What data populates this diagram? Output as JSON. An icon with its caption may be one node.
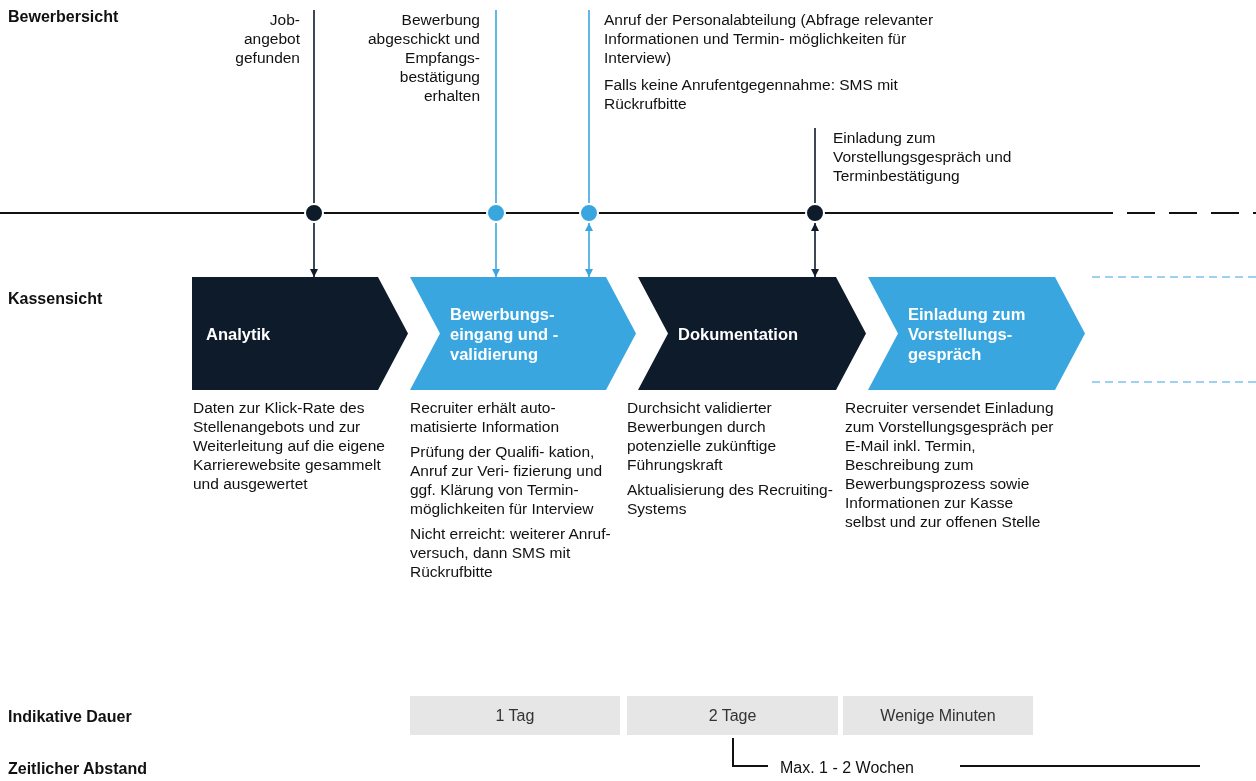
{
  "diagram": {
    "nodes": [
      {
        "text": [
          "Job- angebot gefunden"
        ]
      },
      {
        "text": [
          "Bewerbung abgeschickt und Empfangs- bestätigung erhalten"
        ]
      },
      {
        "text": [
          "Anruf der Personalabteilung (Abfrage relevanter Informationen und Termin- möglichkeiten für Interview)",
          "Falls keine Anrufentgegennahme: SMS mit Rückrufbitte"
        ]
      },
      {
        "text": [
          "Einladung zum Vorstellungsgespräch und Terminbestätigung"
        ]
      },
      {
        "text": [],
        "shape": "circle"
      },
      {
        "text": [],
        "shape": "circle"
      },
      {
        "text": [],
        "shape": "circle"
      },
      {
        "text": [],
        "shape": "circle"
      },
      {
        "text": [
          "Analytik"
        ],
        "beside": [
          "Daten zur Klick-Rate des Stellenangebots und zur Weiterleitung auf die eigene Karrierewebsite gesammelt und ausgewertet"
        ]
      },
      {
        "text": [
          "Bewerbungs- eingang und -validierung"
        ],
        "beside": [
          "Recruiter erhält auto- matisierte Information",
          "Prüfung der Qualifi- kation, Anruf zur Veri- fizierung und ggf. Klärung von Termin- möglichkeiten für Interview",
          "Nicht erreicht: weiterer Anruf- versuch, dann SMS mit Rückrufbitte"
        ]
      },
      {
        "text": [
          "Dokumentation"
        ],
        "beside": [
          "Durchsicht validierter Bewerbungen durch potenzielle zukünftige Führungskraft",
          "Aktualisierung des Recruiting-Systems"
        ]
      },
      {
        "text": [
          "Einladung zum Vorstellungs- gespräch"
        ],
        "beside": [
          "Recruiter versendet Einladung zum Vorstellungsgespräch per E-Mail inkl. Termin, Beschreibung zum Bewerbungsprozess sowie Informationen zur Kasse selbst und zur offenen Stelle"
        ]
      },
      {
        "text": [
          "1 Tag"
        ]
      },
      {
        "text": [
          "2 Tage"
        ]
      },
      {
        "text": [
          "Wenige Minuten"
        ]
      }
    ],
    "edges": [
      {
        "from": 0,
        "to": 4,
        "arrow": "none"
      },
      {
        "from": 1,
        "to": 5,
        "arrow": "none",
        "color": "#3aa6e0"
      },
      {
        "from": 2,
        "to": 6,
        "arrow": "none",
        "color": "#3aa6e0"
      },
      {
        "from": 3,
        "to": 7,
        "arrow": "none"
      },
      {
        "from": 4,
        "to": 8,
        "arrow": "to"
      },
      {
        "from": 5,
        "to": 9,
        "arrow": "to",
        "color": "#3aa6e0"
      },
      {
        "from": 6,
        "to": 9,
        "arrow": "both",
        "color": "#3aa6e0"
      },
      {
        "from": 7,
        "to": 10,
        "arrow": "both"
      }
    ],
    "labels": [
      "Bewerbersicht",
      "Kassensicht",
      "Indikative Dauer",
      "Zeitlicher Abstand",
      "Max. 1 - 2 Wochen"
    ]
  }
}
